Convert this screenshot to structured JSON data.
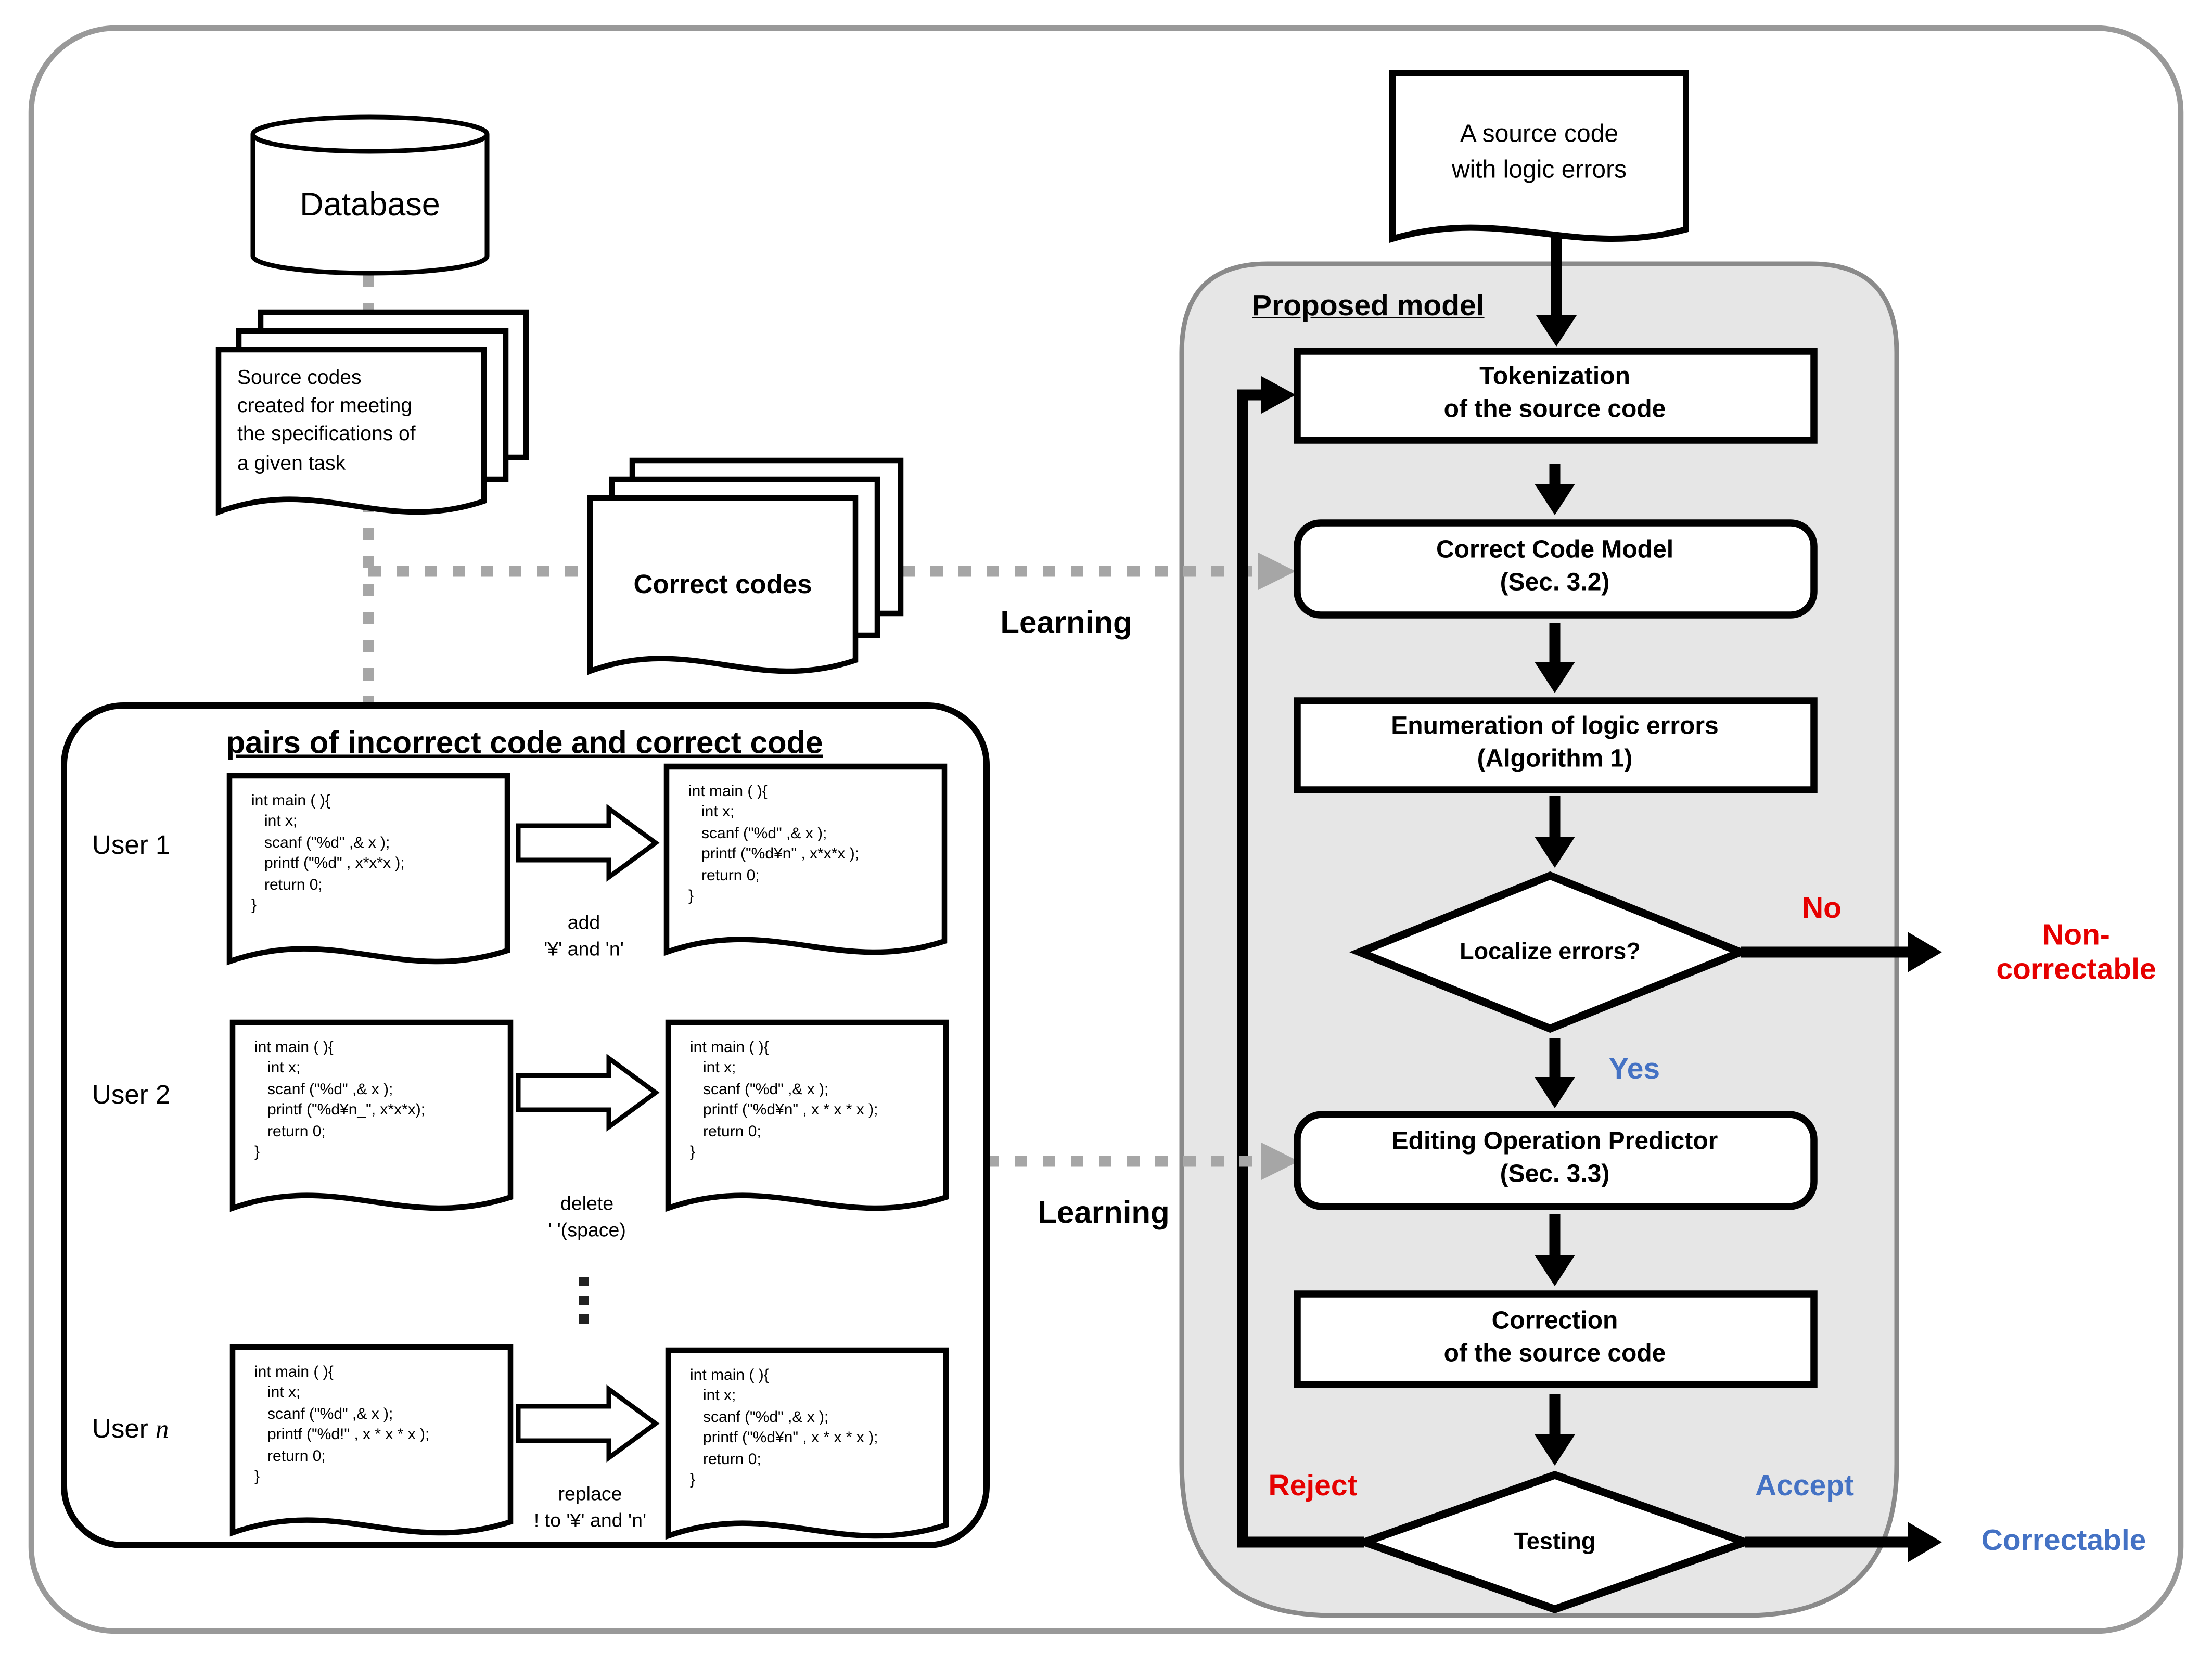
{
  "colors": {
    "branch_red": "#e60000",
    "branch_blue": "#4472c4",
    "model_box_fill": "#e6e6e6",
    "model_box_border": "#8a8a8a",
    "dotted_line": "#a6a6a6"
  },
  "database": {
    "label": "Database"
  },
  "source_stack": {
    "note": "Source codes\ncreated for meeting\nthe specifications of\na given task"
  },
  "correct_stack": {
    "label": "Correct codes"
  },
  "learning": {
    "label_top": "Learning",
    "label_bottom": "Learning"
  },
  "pairs_box": {
    "title": "pairs of incorrect code and correct code",
    "rows": [
      {
        "user_prefix": "User ",
        "user_num": "1",
        "incorrect_code": "int main ( ){\n   int x;\n   scanf (\"%d\" ,& x );\n   printf (\"%d\" , x*x*x );\n   return 0;\n}",
        "correct_code": "int main ( ){\n   int x;\n   scanf (\"%d\" ,& x );\n   printf (\"%d¥n\" , x*x*x );\n   return 0;\n}",
        "op_label": "add\n'¥' and 'n'"
      },
      {
        "user_prefix": "User ",
        "user_num": "2",
        "incorrect_code": "int main ( ){\n   int x;\n   scanf (\"%d\" ,& x );\n   printf (\"%d¥n_\", x*x*x);\n   return 0;\n}",
        "correct_code": "int main ( ){\n   int x;\n   scanf (\"%d\" ,& x );\n   printf (\"%d¥n\" , x * x * x );\n   return 0;\n}",
        "op_label": "delete\n' '(space)"
      },
      {
        "user_prefix": "User ",
        "user_num": "n",
        "incorrect_code": "int main ( ){\n   int x;\n   scanf (\"%d\" ,& x );\n   printf (\"%d!\" , x * x * x );\n   return 0;\n}",
        "correct_code": "int main ( ){\n   int x;\n   scanf (\"%d\" ,& x );\n   printf (\"%d¥n\" , x * x * x );\n   return 0;\n}",
        "op_label": "replace\n! to '¥' and 'n'"
      }
    ]
  },
  "flowchart": {
    "input_doc": "A source code\nwith logic errors",
    "container_title": "Proposed model",
    "steps": {
      "tokenization": "Tokenization\nof the source code",
      "correct_code_model": "Correct Code Model\n(Sec. 3.2)",
      "enumeration": "Enumeration of logic errors\n(Algorithm 1)",
      "localize": "Localize errors?",
      "editing_predictor": "Editing Operation Predictor\n(Sec. 3.3)",
      "correction": "Correction\nof the source code",
      "testing": "Testing"
    },
    "branches": {
      "no": "No",
      "yes": "Yes",
      "reject": "Reject",
      "accept": "Accept",
      "noncorrectable": "Non-\ncorrectable",
      "correctable": "Correctable"
    }
  }
}
